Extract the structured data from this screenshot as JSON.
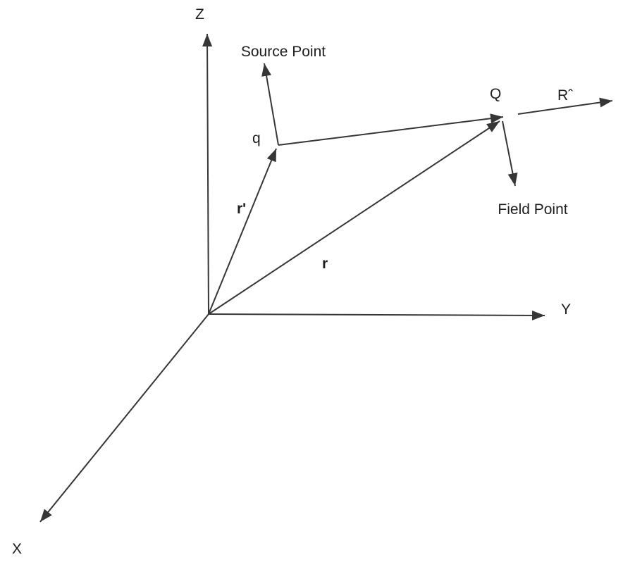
{
  "diagram": {
    "description": "Source point and field point position-vector diagram",
    "labels": {
      "z_axis": "Z",
      "y_axis": "Y",
      "x_axis": "X",
      "source_point": "Source Point",
      "field_point": "Field Point",
      "source_charge": "q",
      "field_charge": "Q",
      "r_prime_vector": "r'",
      "r_vector": "r",
      "r_hat_vector": "Rˆ"
    },
    "colors": {
      "background": "#ffffff",
      "line": "#363636",
      "text": "#1e1e1e"
    }
  }
}
